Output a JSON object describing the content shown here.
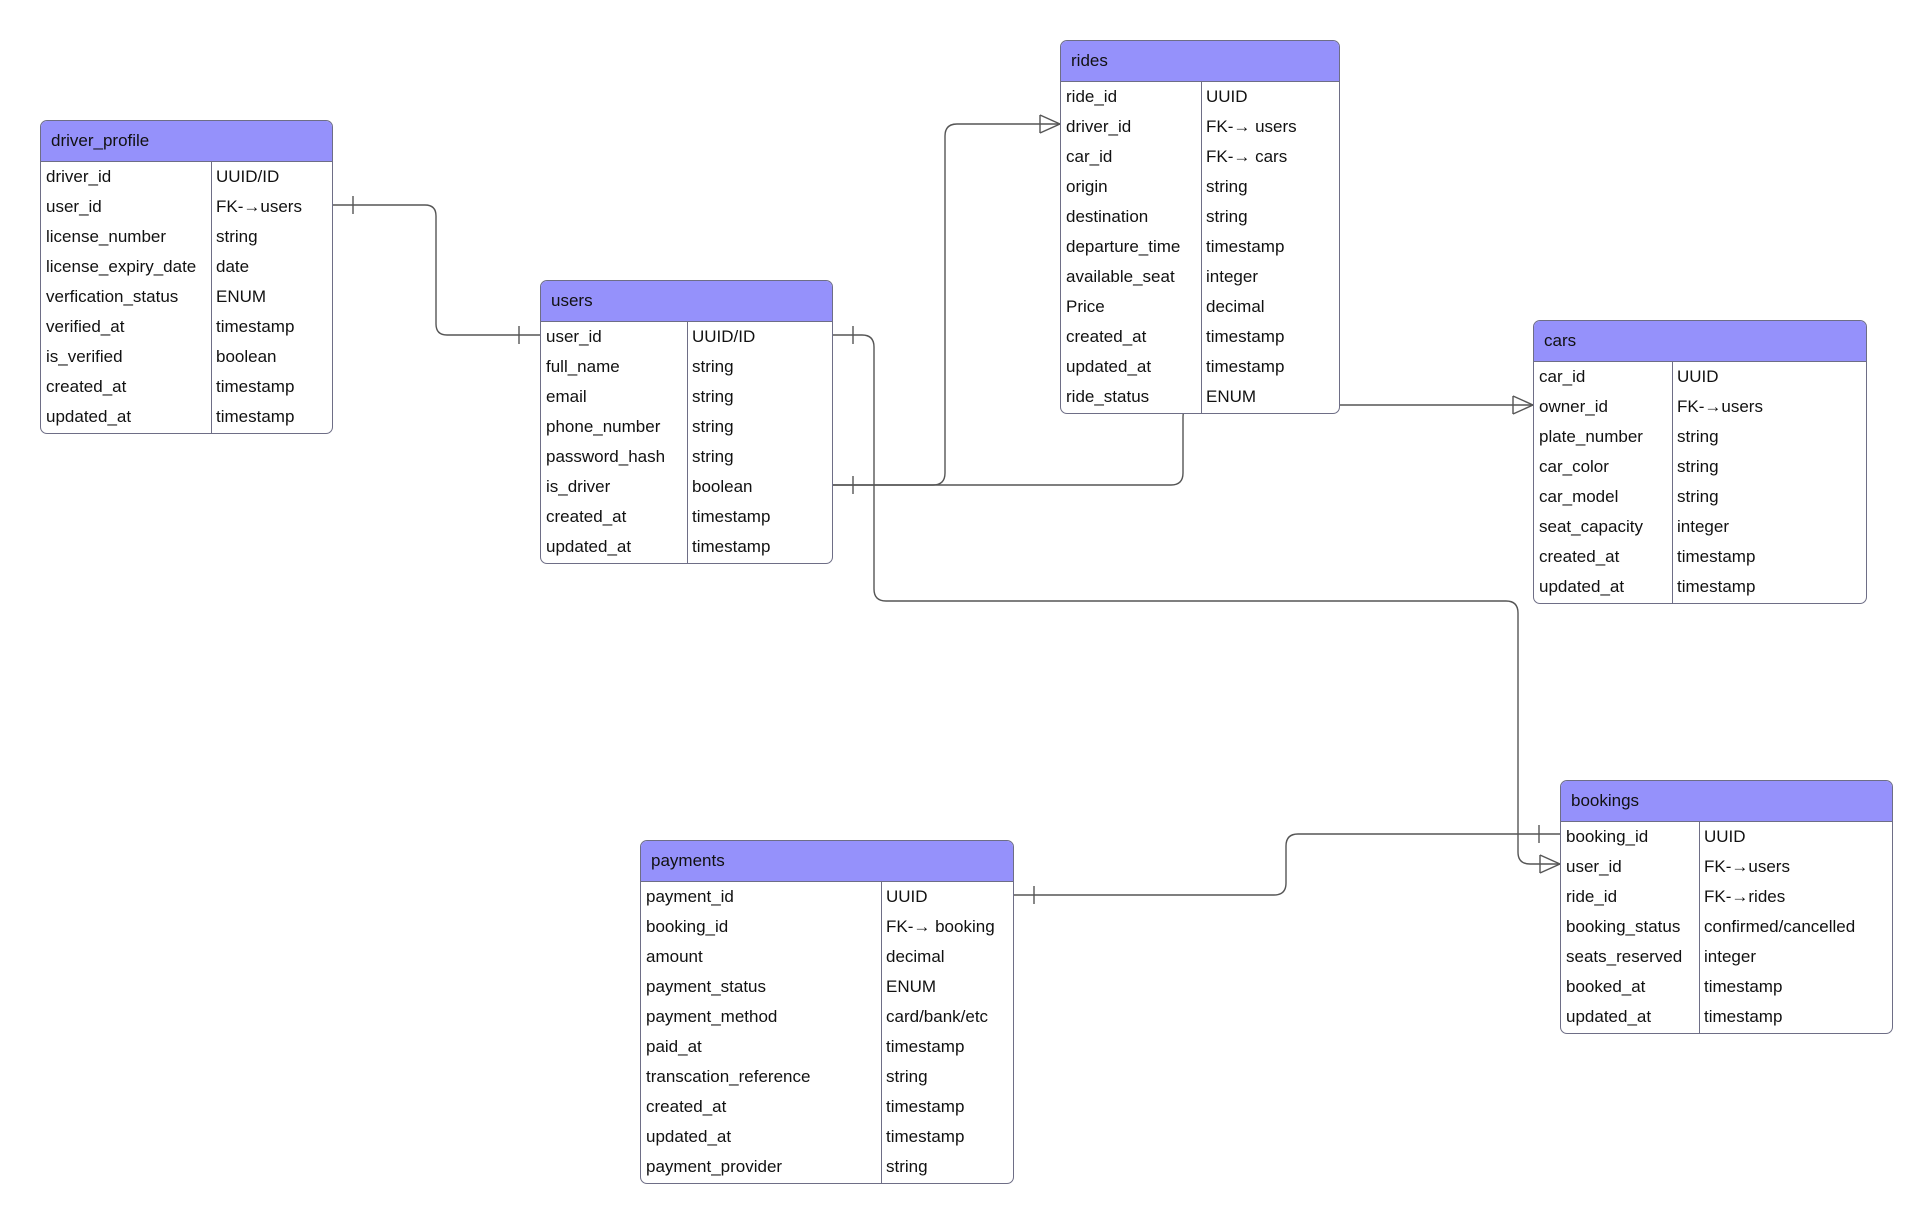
{
  "colors": {
    "header": "#9591fb",
    "border": "#6e6e86",
    "line": "#555555"
  },
  "tables": [
    {
      "id": "driver_profile",
      "title": "driver_profile",
      "rows": [
        {
          "name": "driver_id",
          "type": "UUID/ID"
        },
        {
          "name": "user_id",
          "type": "FK-→users"
        },
        {
          "name": "license_number",
          "type": "string"
        },
        {
          "name": "license_expiry_date",
          "type": "date"
        },
        {
          "name": "verfication_status",
          "type": "ENUM"
        },
        {
          "name": "verified_at",
          "type": "timestamp"
        },
        {
          "name": "is_verified",
          "type": "boolean"
        },
        {
          "name": "created_at",
          "type": "timestamp"
        },
        {
          "name": "updated_at",
          "type": "timestamp"
        }
      ]
    },
    {
      "id": "users",
      "title": "users",
      "rows": [
        {
          "name": "user_id",
          "type": "UUID/ID"
        },
        {
          "name": "full_name",
          "type": "string"
        },
        {
          "name": "email",
          "type": "string"
        },
        {
          "name": "phone_number",
          "type": "string"
        },
        {
          "name": "password_hash",
          "type": "string"
        },
        {
          "name": "is_driver",
          "type": "boolean"
        },
        {
          "name": "created_at",
          "type": "timestamp"
        },
        {
          "name": "updated_at",
          "type": "timestamp"
        }
      ]
    },
    {
      "id": "rides",
      "title": "rides",
      "rows": [
        {
          "name": "ride_id",
          "type": "UUID"
        },
        {
          "name": "driver_id",
          "type": "FK-→ users"
        },
        {
          "name": "car_id",
          "type": "FK-→ cars"
        },
        {
          "name": "origin",
          "type": "string"
        },
        {
          "name": "destination",
          "type": "string"
        },
        {
          "name": "departure_time",
          "type": "timestamp"
        },
        {
          "name": "available_seat",
          "type": "integer"
        },
        {
          "name": "Price",
          "type": "decimal"
        },
        {
          "name": "created_at",
          "type": "timestamp"
        },
        {
          "name": "updated_at",
          "type": "timestamp"
        },
        {
          "name": "ride_status",
          "type": "ENUM"
        }
      ]
    },
    {
      "id": "cars",
      "title": "cars",
      "rows": [
        {
          "name": "car_id",
          "type": "UUID"
        },
        {
          "name": "owner_id",
          "type": "FK-→users"
        },
        {
          "name": "plate_number",
          "type": "string"
        },
        {
          "name": "car_color",
          "type": "string"
        },
        {
          "name": "car_model",
          "type": "string"
        },
        {
          "name": "seat_capacity",
          "type": "integer"
        },
        {
          "name": "created_at",
          "type": "timestamp"
        },
        {
          "name": "updated_at",
          "type": "timestamp"
        }
      ]
    },
    {
      "id": "payments",
      "title": "payments",
      "rows": [
        {
          "name": "payment_id",
          "type": "UUID"
        },
        {
          "name": "booking_id",
          "type": "FK-→ booking"
        },
        {
          "name": "amount",
          "type": "decimal"
        },
        {
          "name": "payment_status",
          "type": "ENUM"
        },
        {
          "name": "payment_method",
          "type": "card/bank/etc"
        },
        {
          "name": "paid_at",
          "type": "timestamp"
        },
        {
          "name": "transcation_reference",
          "type": "string"
        },
        {
          "name": "created_at",
          "type": "timestamp"
        },
        {
          "name": "updated_at",
          "type": "timestamp"
        },
        {
          "name": "payment_provider",
          "type": "string"
        }
      ]
    },
    {
      "id": "bookings",
      "title": "bookings",
      "rows": [
        {
          "name": "booking_id",
          "type": "UUID"
        },
        {
          "name": "user_id",
          "type": "FK-→users"
        },
        {
          "name": "ride_id",
          "type": "FK-→rides"
        },
        {
          "name": "booking_status",
          "type": "confirmed/cancelled"
        },
        {
          "name": "seats_reserved",
          "type": "integer"
        },
        {
          "name": "booked_at",
          "type": "timestamp"
        },
        {
          "name": "updated_at",
          "type": "timestamp"
        }
      ]
    }
  ],
  "relationships": [
    {
      "from": "driver_profile.user_id",
      "to": "users.user_id",
      "cardinality": "one-to-one"
    },
    {
      "from": "users.is_driver",
      "to": "rides.driver_id",
      "cardinality": "one-to-many"
    },
    {
      "from": "users.is_driver",
      "to": "cars.owner_id",
      "cardinality": "one-to-many"
    },
    {
      "from": "users.user_id",
      "to": "bookings.user_id",
      "cardinality": "one-to-many"
    },
    {
      "from": "payments.payment_id",
      "to": "bookings.booking_id",
      "cardinality": "one-to-one"
    }
  ]
}
